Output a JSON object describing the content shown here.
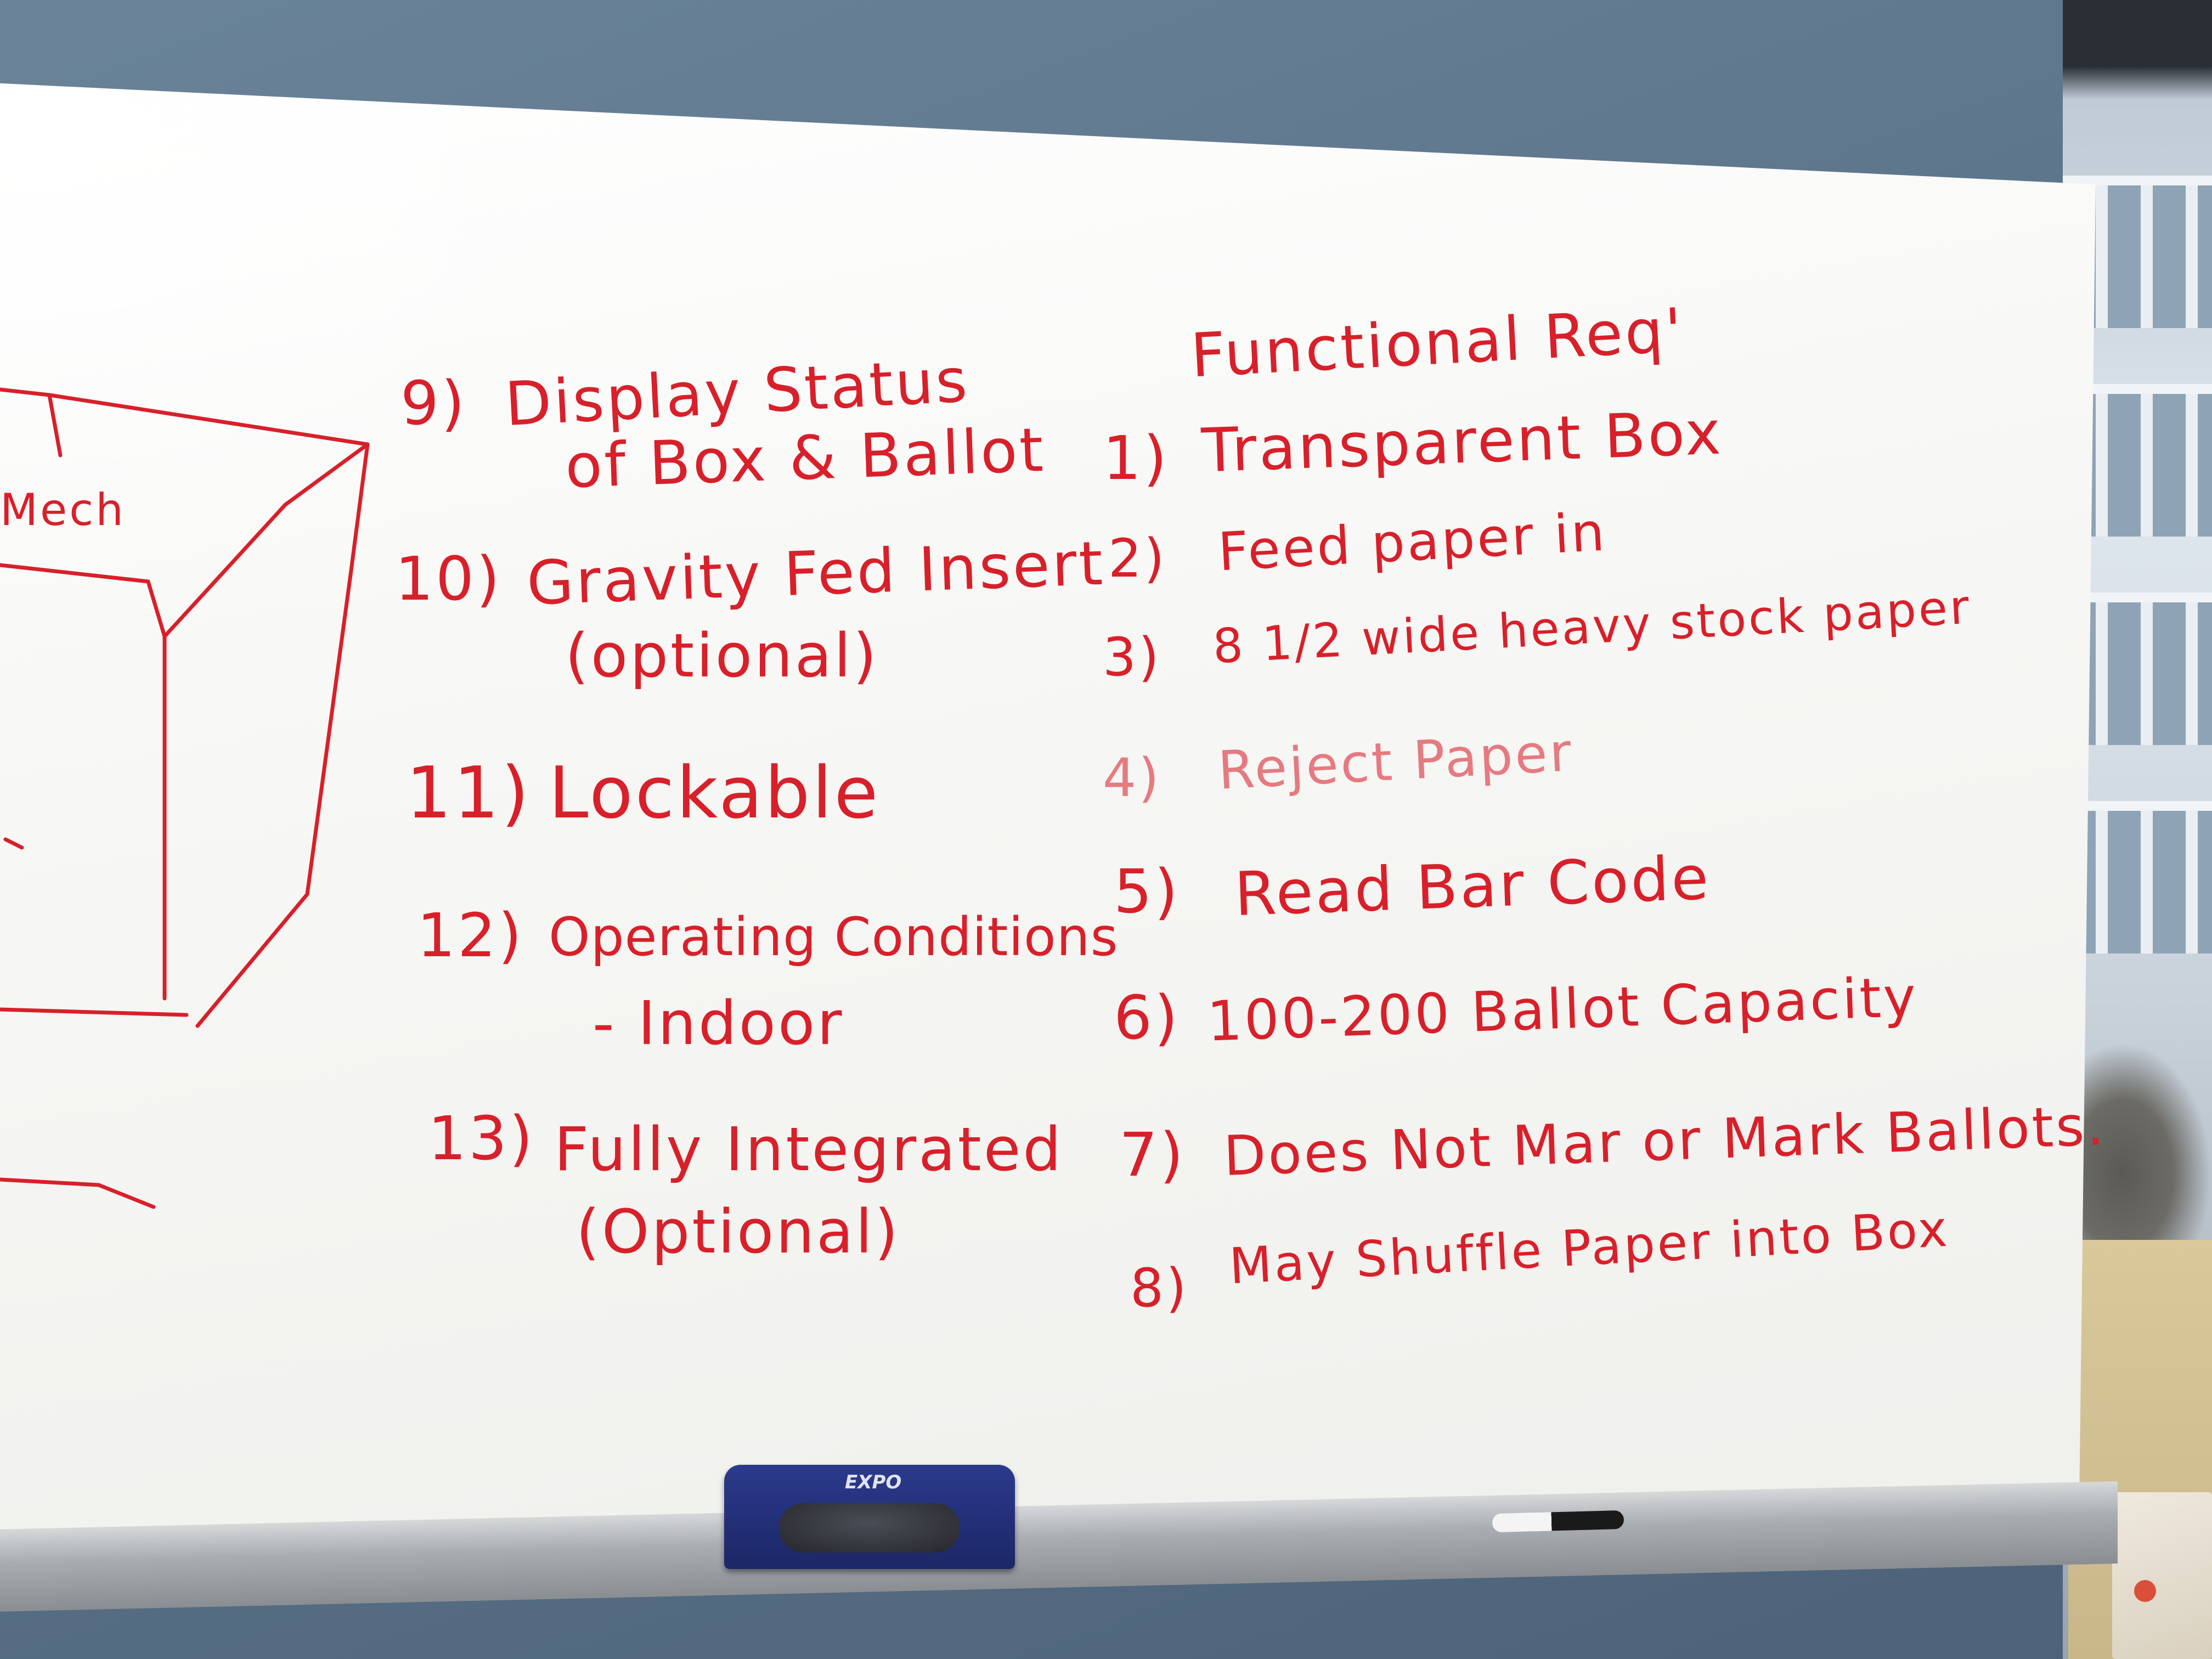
{
  "board": {
    "heading": "Functional Req'",
    "left_column": [
      {
        "num": "9)",
        "line1": "Display Status",
        "line2": "of Box & Ballot"
      },
      {
        "num": "10)",
        "line1": "Gravity Fed Insert",
        "line2": "(optional)"
      },
      {
        "num": "11)",
        "line1": "Lockable",
        "line2": ""
      },
      {
        "num": "12)",
        "line1": "Operating Conditions",
        "line2": "- Indoor"
      },
      {
        "num": "13)",
        "line1": "Fully Integrated",
        "line2": "(Optional)"
      }
    ],
    "right_column": [
      {
        "num": "1)",
        "text": "Transparent Box"
      },
      {
        "num": "2)",
        "text": "Feed paper in"
      },
      {
        "num": "3)",
        "text": "8 1/2 wide heavy stock paper"
      },
      {
        "num": "4)",
        "text": "Reject Paper"
      },
      {
        "num": "5)",
        "text": "Read Bar Code"
      },
      {
        "num": "6)",
        "text": "100-200 Ballot Capacity"
      },
      {
        "num": "7)",
        "text": "Does Not Mar or Mark Ballots."
      },
      {
        "num": "8)",
        "text": "May Shuffle Paper into Box"
      }
    ],
    "sketch_fragment": "Mech"
  },
  "eraser": {
    "brand": "EXPO"
  },
  "colors": {
    "ink": "#d8202a",
    "ink_faded": "#e57a80",
    "eraser": "#1c2766",
    "wall": "#587086"
  }
}
